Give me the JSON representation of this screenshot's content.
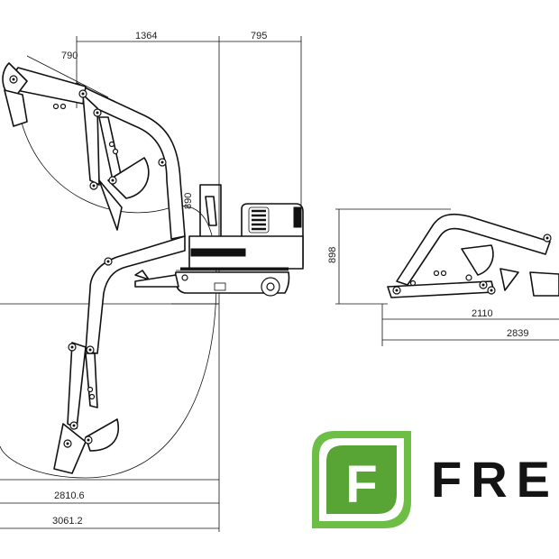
{
  "dimensions": {
    "top_span": "1364",
    "top_rear": "795",
    "arm_offset": "790",
    "cab_height": "890",
    "transport_height": "898",
    "transport_length_inner": "2110",
    "transport_length_total": "2839",
    "dig_depth_reach": "2810.6",
    "max_reach": "3061.2"
  },
  "brand": {
    "logo_letter": "F",
    "name": "FREU",
    "colors": {
      "logo_green": "#6cbe45",
      "logo_dark_green": "#58a434",
      "text": "#141414"
    }
  }
}
